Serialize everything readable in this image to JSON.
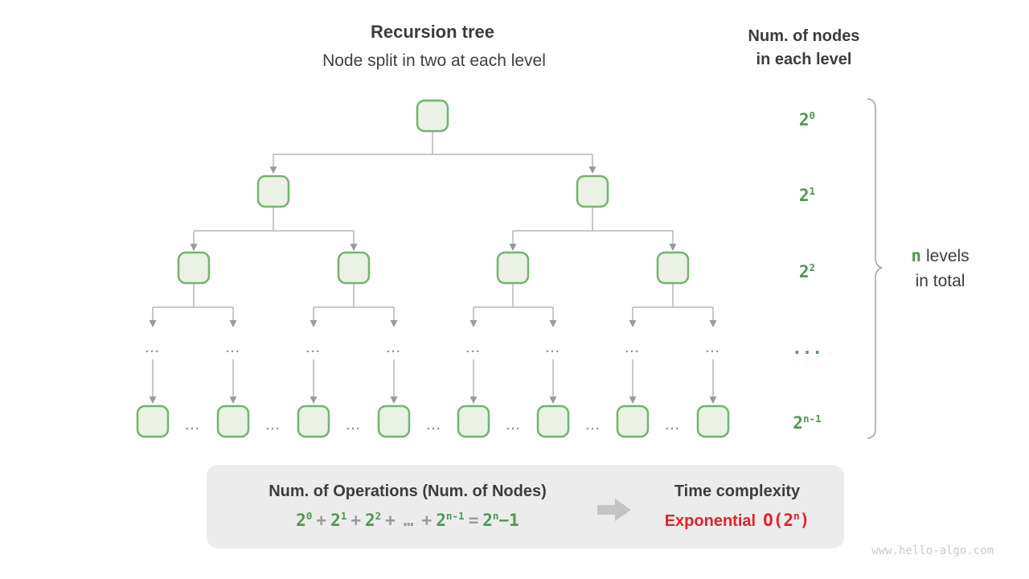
{
  "header": {
    "title": "Recursion tree",
    "subtitle": "Node split in two at each level"
  },
  "right_header": {
    "line1": "Num. of nodes",
    "line2": "in each level"
  },
  "level_labels": {
    "l0": {
      "base": "2",
      "sup": "0"
    },
    "l1": {
      "base": "2",
      "sup": "1"
    },
    "l2": {
      "base": "2",
      "sup": "2"
    },
    "l3": {
      "dots": "..."
    },
    "l4": {
      "base": "2",
      "sup": "n-1"
    }
  },
  "brace_label": {
    "n": "n",
    "line1_rest": "levels",
    "line2": "in total"
  },
  "tree": {
    "ellipsis": "..."
  },
  "summary_box": {
    "operations_title": "Num. of Operations (Num. of Nodes)",
    "formula": {
      "t0": {
        "base": "2",
        "sup": "0"
      },
      "plus": "+",
      "t1": {
        "base": "2",
        "sup": "1"
      },
      "t2": {
        "base": "2",
        "sup": "2"
      },
      "dots": "…",
      "t3": {
        "base": "2",
        "sup": "n-1"
      },
      "equals": "=",
      "t4": {
        "base": "2",
        "sup": "n",
        "tail": "−1"
      }
    },
    "time_title": "Time complexity",
    "complexity": {
      "label": "Exponential",
      "o_open": "O(2",
      "o_sup": "n",
      "o_close": ")"
    }
  },
  "watermark": "www.hello-algo.com",
  "colors": {
    "node_fill": "#e9f2e4",
    "node_border": "#74b36f",
    "connector_gray": "#b5b5b5",
    "arrowhead_gray": "#9a9a9a",
    "green_text": "#4d9a52",
    "dark_text": "#3c3c3c",
    "red_text": "#e3222a",
    "box_background": "#ececec",
    "watermark_gray": "#cbcbcb"
  }
}
